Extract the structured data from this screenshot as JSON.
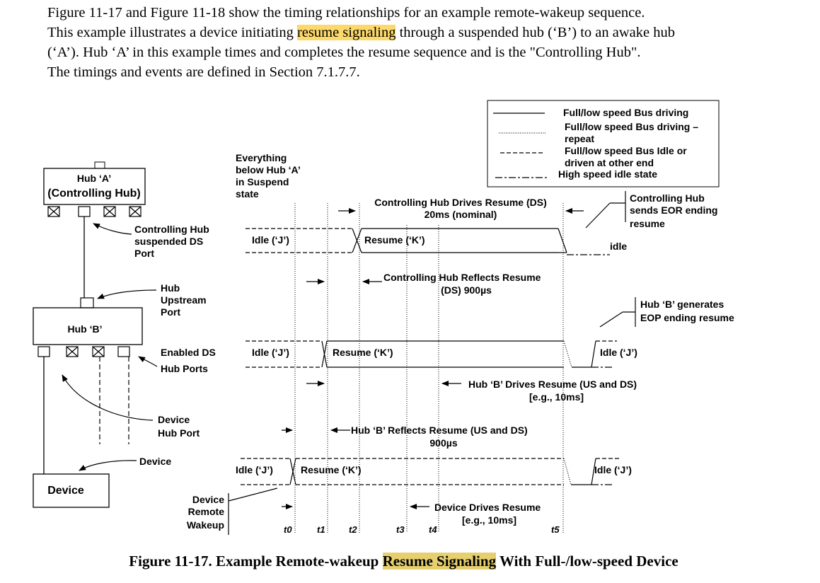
{
  "paragraph": {
    "line1": "Figure 11-17  and Figure 11-18 show the timing relationships for an example remote-wakeup sequence.",
    "line2_pre": "This example illustrates a device initiating ",
    "line2_hl": "resume signaling",
    "line2_post": " through a suspended hub (‘B’) to an awake hub",
    "line3": "(‘A’).  Hub ‘A’ in this example times and completes the resume sequence and is the \"Controlling Hub\".",
    "line4": "The timings and events are defined in Section 7.1.7.7."
  },
  "legend": {
    "driving": "Full/low speed Bus driving",
    "repeat_1": "Full/low speed Bus driving –",
    "repeat_2": "repeat",
    "idle_1": "Full/low speed Bus Idle or",
    "idle_2": "driven at other end",
    "hs_idle": "High speed idle state"
  },
  "topology": {
    "hub_a_1": "Hub ‘A’",
    "hub_a_2": "(Controlling Hub)",
    "ctrl_port_1": "Controlling Hub",
    "ctrl_port_2": "suspended DS",
    "ctrl_port_3": "Port",
    "upstream_1": "Hub",
    "upstream_2": "Upstream",
    "upstream_3": "Port",
    "hub_b": "Hub ‘B’",
    "enabled_1": "Enabled DS",
    "enabled_2": "Hub Ports",
    "device_hub_port_1": "Device",
    "device_hub_port_2": "Hub Port",
    "device_label": "Device",
    "device_box": "Device"
  },
  "timing": {
    "suspend_1": "Everything",
    "suspend_2": "below Hub ‘A’",
    "suspend_3": "in Suspend",
    "suspend_4": "state",
    "ctrl_drives_1": "Controlling Hub Drives Resume (DS)",
    "ctrl_drives_2": "20ms (nominal)",
    "eor_1": "Controlling Hub",
    "eor_2": "sends EOR ending",
    "eor_3": "resume",
    "idle_word": "idle",
    "idle_j": "Idle (‘J’)",
    "resume_k_row1": "Resume (‘K’)",
    "reflects_1": "Controlling Hub Reflects Resume",
    "reflects_2": "(DS) 900µs",
    "hubb_eop_1": "Hub ‘B’  generates",
    "hubb_eop_2": "EOP ending resume",
    "resume_k_row2": "Resume (‘K’)",
    "hubb_drives_1": "Hub ‘B’ Drives Resume (US and DS)",
    "hubb_drives_2": "[e.g., 10ms]",
    "hubb_reflects_1": "Hub ‘B’ Reflects Resume (US and DS)",
    "hubb_reflects_2": "900µs",
    "resume_k_row3": "Resume (‘K’)",
    "remote_wakeup_1": "Device",
    "remote_wakeup_2": "Remote",
    "remote_wakeup_3": "Wakeup",
    "device_drives_1": "Device Drives Resume",
    "device_drives_2": "[e.g., 10ms]",
    "t0": "t0",
    "t1": "t1",
    "t2": "t2",
    "t3": "t3",
    "t4": "t4",
    "t5": "t5"
  },
  "caption": {
    "pre": "Figure 11-17.  Example Remote-wakeup ",
    "hl": "Resume Signaling",
    "post": " With Full-/low-speed Device"
  }
}
